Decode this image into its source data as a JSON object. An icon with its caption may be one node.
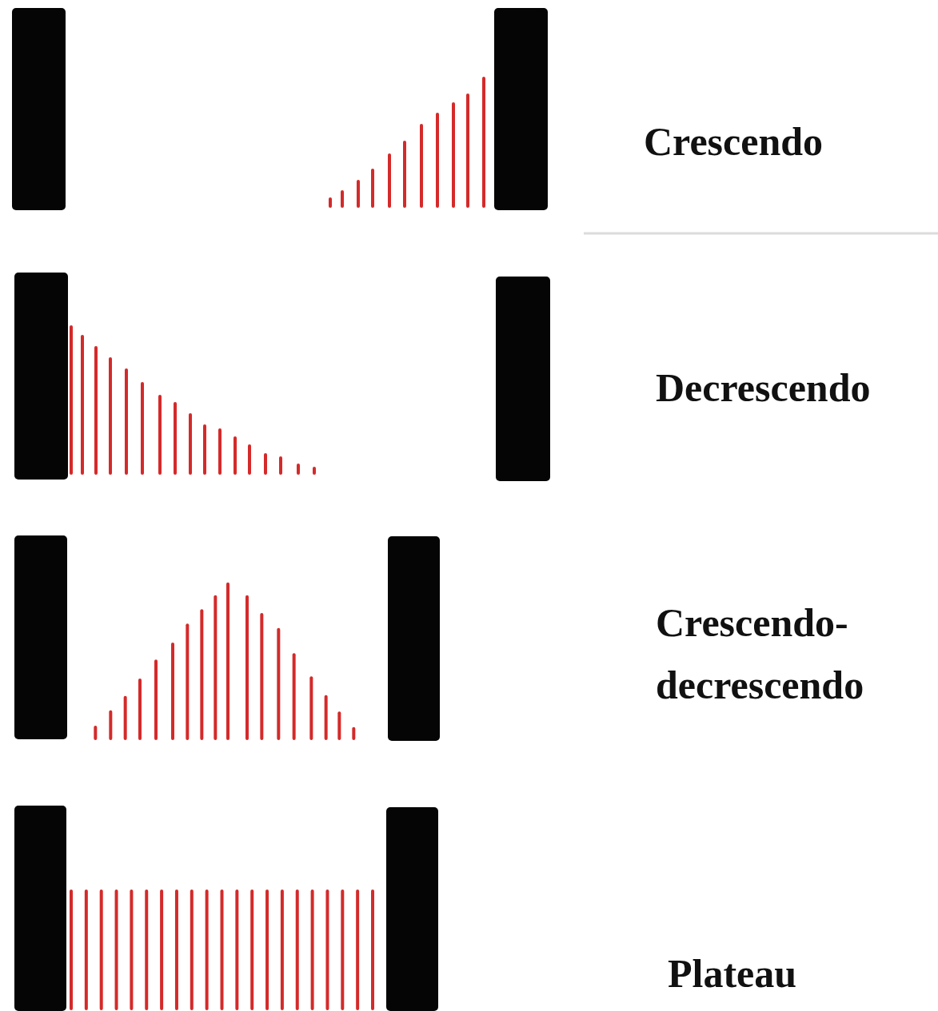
{
  "diagram": {
    "labels": [
      "Crescendo",
      "Decrescendo",
      "Crescendo-decrescendo",
      "Plateau"
    ]
  }
}
